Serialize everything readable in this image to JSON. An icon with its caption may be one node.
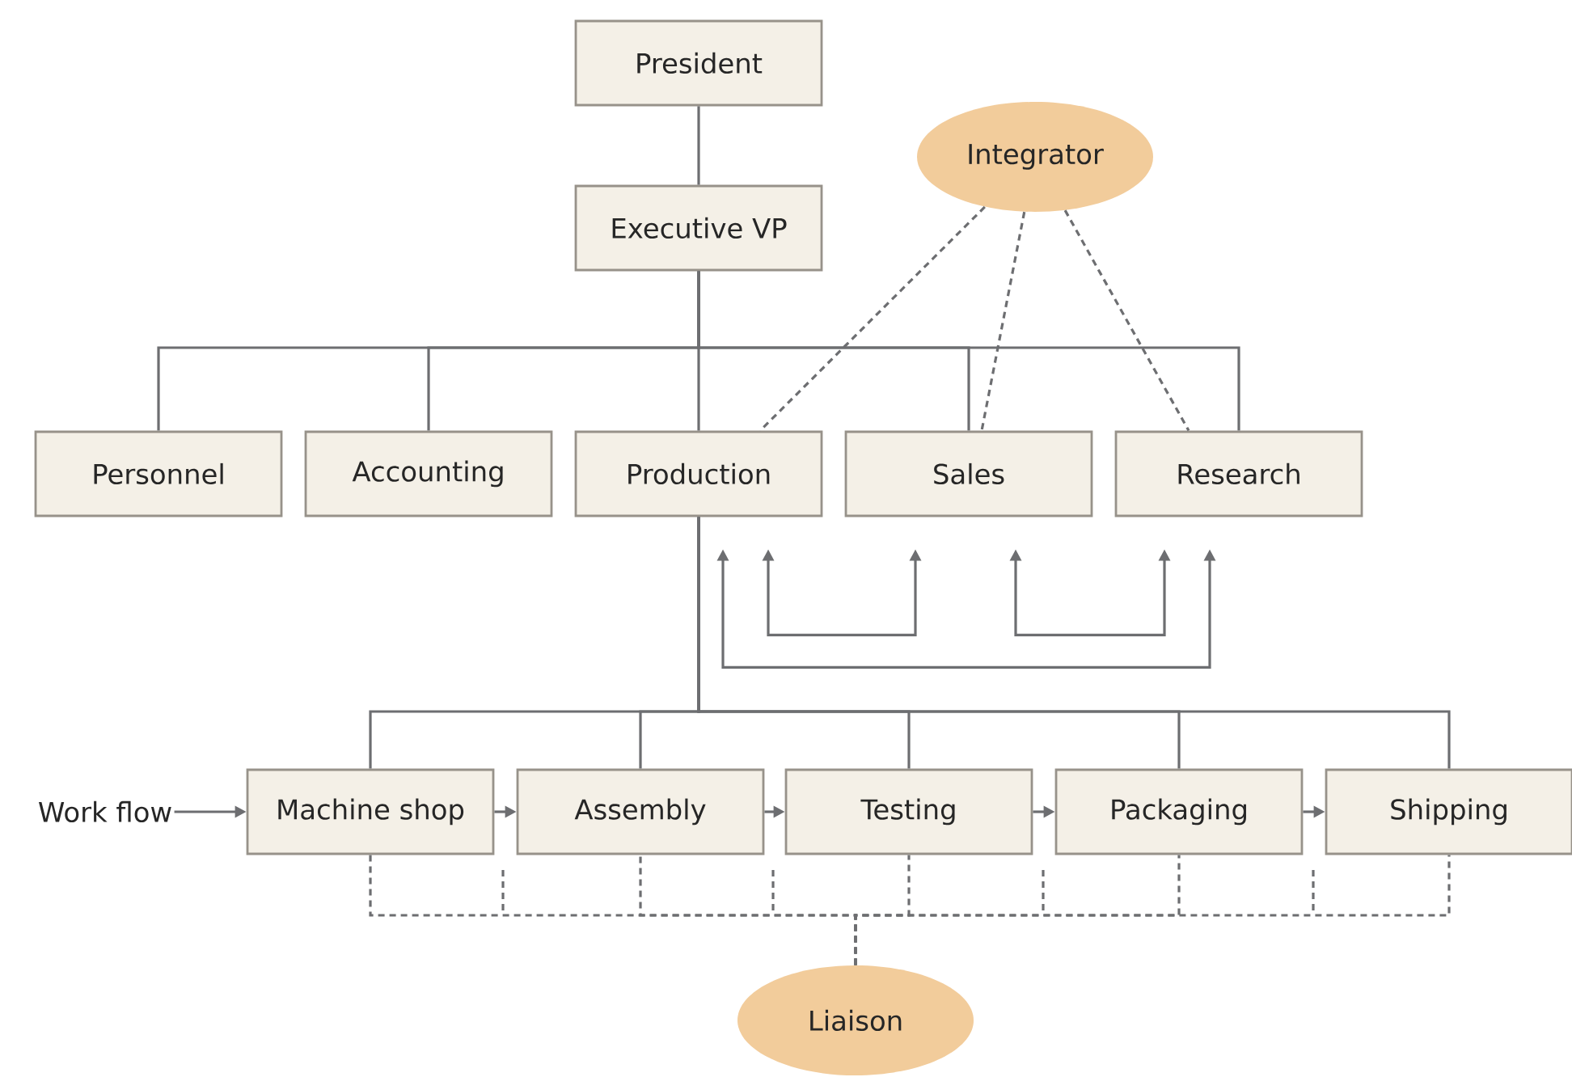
{
  "diagram": {
    "nodes": [
      {
        "text": [
          "President"
        ]
      },
      {
        "text": [
          "Integrator"
        ]
      },
      {
        "text": [
          "Executive VP"
        ]
      },
      {
        "text": [
          "Personnel"
        ]
      },
      {
        "text": [
          "Accounting"
        ]
      },
      {
        "text": [
          "Production"
        ]
      },
      {
        "text": [
          "Sales"
        ]
      },
      {
        "text": [
          "Research"
        ]
      },
      {
        "text": [
          "Work flow"
        ]
      },
      {
        "text": [
          "Machine shop"
        ]
      },
      {
        "text": [
          "Assembly"
        ]
      },
      {
        "text": [
          "Testing"
        ]
      },
      {
        "text": [
          "Packaging"
        ]
      },
      {
        "text": [
          "Shipping"
        ]
      },
      {
        "text": [
          "Liaison"
        ]
      }
    ],
    "edges": [
      {
        "from": 0,
        "to": 2,
        "arrow": "none"
      },
      {
        "from": 2,
        "to": 3,
        "arrow": "none"
      },
      {
        "from": 2,
        "to": 4,
        "arrow": "none"
      },
      {
        "from": 2,
        "to": 5,
        "arrow": "none"
      },
      {
        "from": 2,
        "to": 6,
        "arrow": "none"
      },
      {
        "from": 2,
        "to": 7,
        "arrow": "none"
      },
      {
        "from": 1,
        "to": 5,
        "arrow": "none",
        "style": "dashed"
      },
      {
        "from": 1,
        "to": 6,
        "arrow": "none",
        "style": "dashed"
      },
      {
        "from": 1,
        "to": 7,
        "arrow": "none",
        "style": "dashed"
      },
      {
        "from": 5,
        "to": 6,
        "arrow": "both"
      },
      {
        "from": 6,
        "to": 7,
        "arrow": "both"
      },
      {
        "from": 5,
        "to": 7,
        "arrow": "both"
      },
      {
        "from": 5,
        "to": 9,
        "arrow": "none"
      },
      {
        "from": 5,
        "to": 10,
        "arrow": "none"
      },
      {
        "from": 5,
        "to": 11,
        "arrow": "none"
      },
      {
        "from": 5,
        "to": 12,
        "arrow": "none"
      },
      {
        "from": 5,
        "to": 13,
        "arrow": "none"
      },
      {
        "from": 8,
        "to": 9,
        "arrow": "to"
      },
      {
        "from": 9,
        "to": 10,
        "arrow": "to"
      },
      {
        "from": 10,
        "to": 11,
        "arrow": "to"
      },
      {
        "from": 11,
        "to": 12,
        "arrow": "to"
      },
      {
        "from": 12,
        "to": 13,
        "arrow": "to"
      },
      {
        "from": 14,
        "to": 9,
        "arrow": "none",
        "style": "dashed"
      },
      {
        "from": 14,
        "to": 10,
        "arrow": "none",
        "style": "dashed"
      },
      {
        "from": 14,
        "to": 11,
        "arrow": "none",
        "style": "dashed"
      },
      {
        "from": 14,
        "to": 12,
        "arrow": "none",
        "style": "dashed"
      },
      {
        "from": 14,
        "to": 13,
        "arrow": "none",
        "style": "dashed"
      }
    ]
  }
}
